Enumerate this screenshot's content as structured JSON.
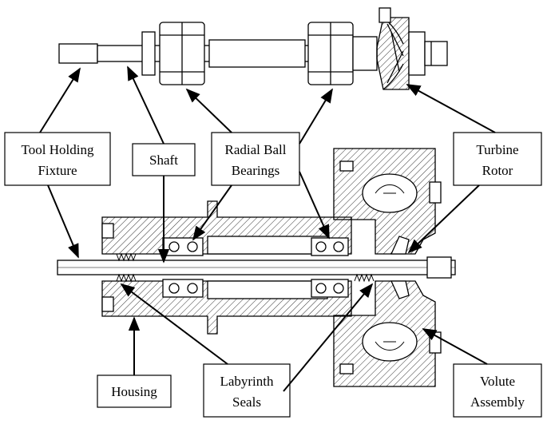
{
  "labels": {
    "tool_holding_fixture": [
      "Tool Holding",
      "Fixture"
    ],
    "shaft": "Shaft",
    "radial_ball_bearings": [
      "Radial Ball",
      "Bearings"
    ],
    "turbine_rotor": [
      "Turbine",
      "Rotor"
    ],
    "housing": "Housing",
    "labyrinth_seals": [
      "Labyrinth",
      "Seals"
    ],
    "volute_assembly": [
      "Volute",
      "Assembly"
    ]
  },
  "colors": {
    "line": "#000000",
    "background": "#ffffff"
  }
}
